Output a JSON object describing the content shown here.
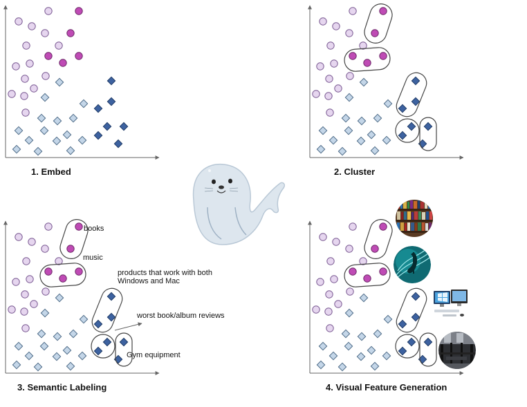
{
  "colors": {
    "light_point_fill": "#e6d6ef",
    "light_point_stroke": "#7a5a92",
    "magenta_point_fill": "#bf4bb5",
    "magenta_point_stroke": "#6e2a69",
    "light_diamond_fill": "#c4d6e8",
    "light_diamond_stroke": "#4f6c88",
    "dark_diamond_fill": "#3d62a0",
    "dark_diamond_stroke": "#1f3a66",
    "axis": "#666666",
    "cluster_outline": "#444444",
    "mascot_body": "#dde6ee",
    "mascot_shade": "#b9c8d6"
  },
  "panels": [
    {
      "id": "embed",
      "caption": "1. Embed"
    },
    {
      "id": "cluster",
      "caption": "2. Cluster"
    },
    {
      "id": "semantic",
      "caption": "3. Semantic Labeling"
    },
    {
      "id": "visual",
      "caption": "4. Visual Feature Generation"
    }
  ],
  "semantic_labels": {
    "books": "books",
    "music": "music",
    "software_line1": "products that work with both",
    "software_line2": "Windows and Mac",
    "reviews": "worst book/album reviews",
    "gym": "Gym equipment"
  },
  "visual_features": [
    {
      "icon": "bookshelf-photo-icon"
    },
    {
      "icon": "music-note-photo-icon"
    },
    {
      "icon": "computer-photo-icon"
    },
    {
      "icon": "gym-photo-icon"
    }
  ],
  "mascot": {
    "icon": "seal-mascot-icon"
  }
}
